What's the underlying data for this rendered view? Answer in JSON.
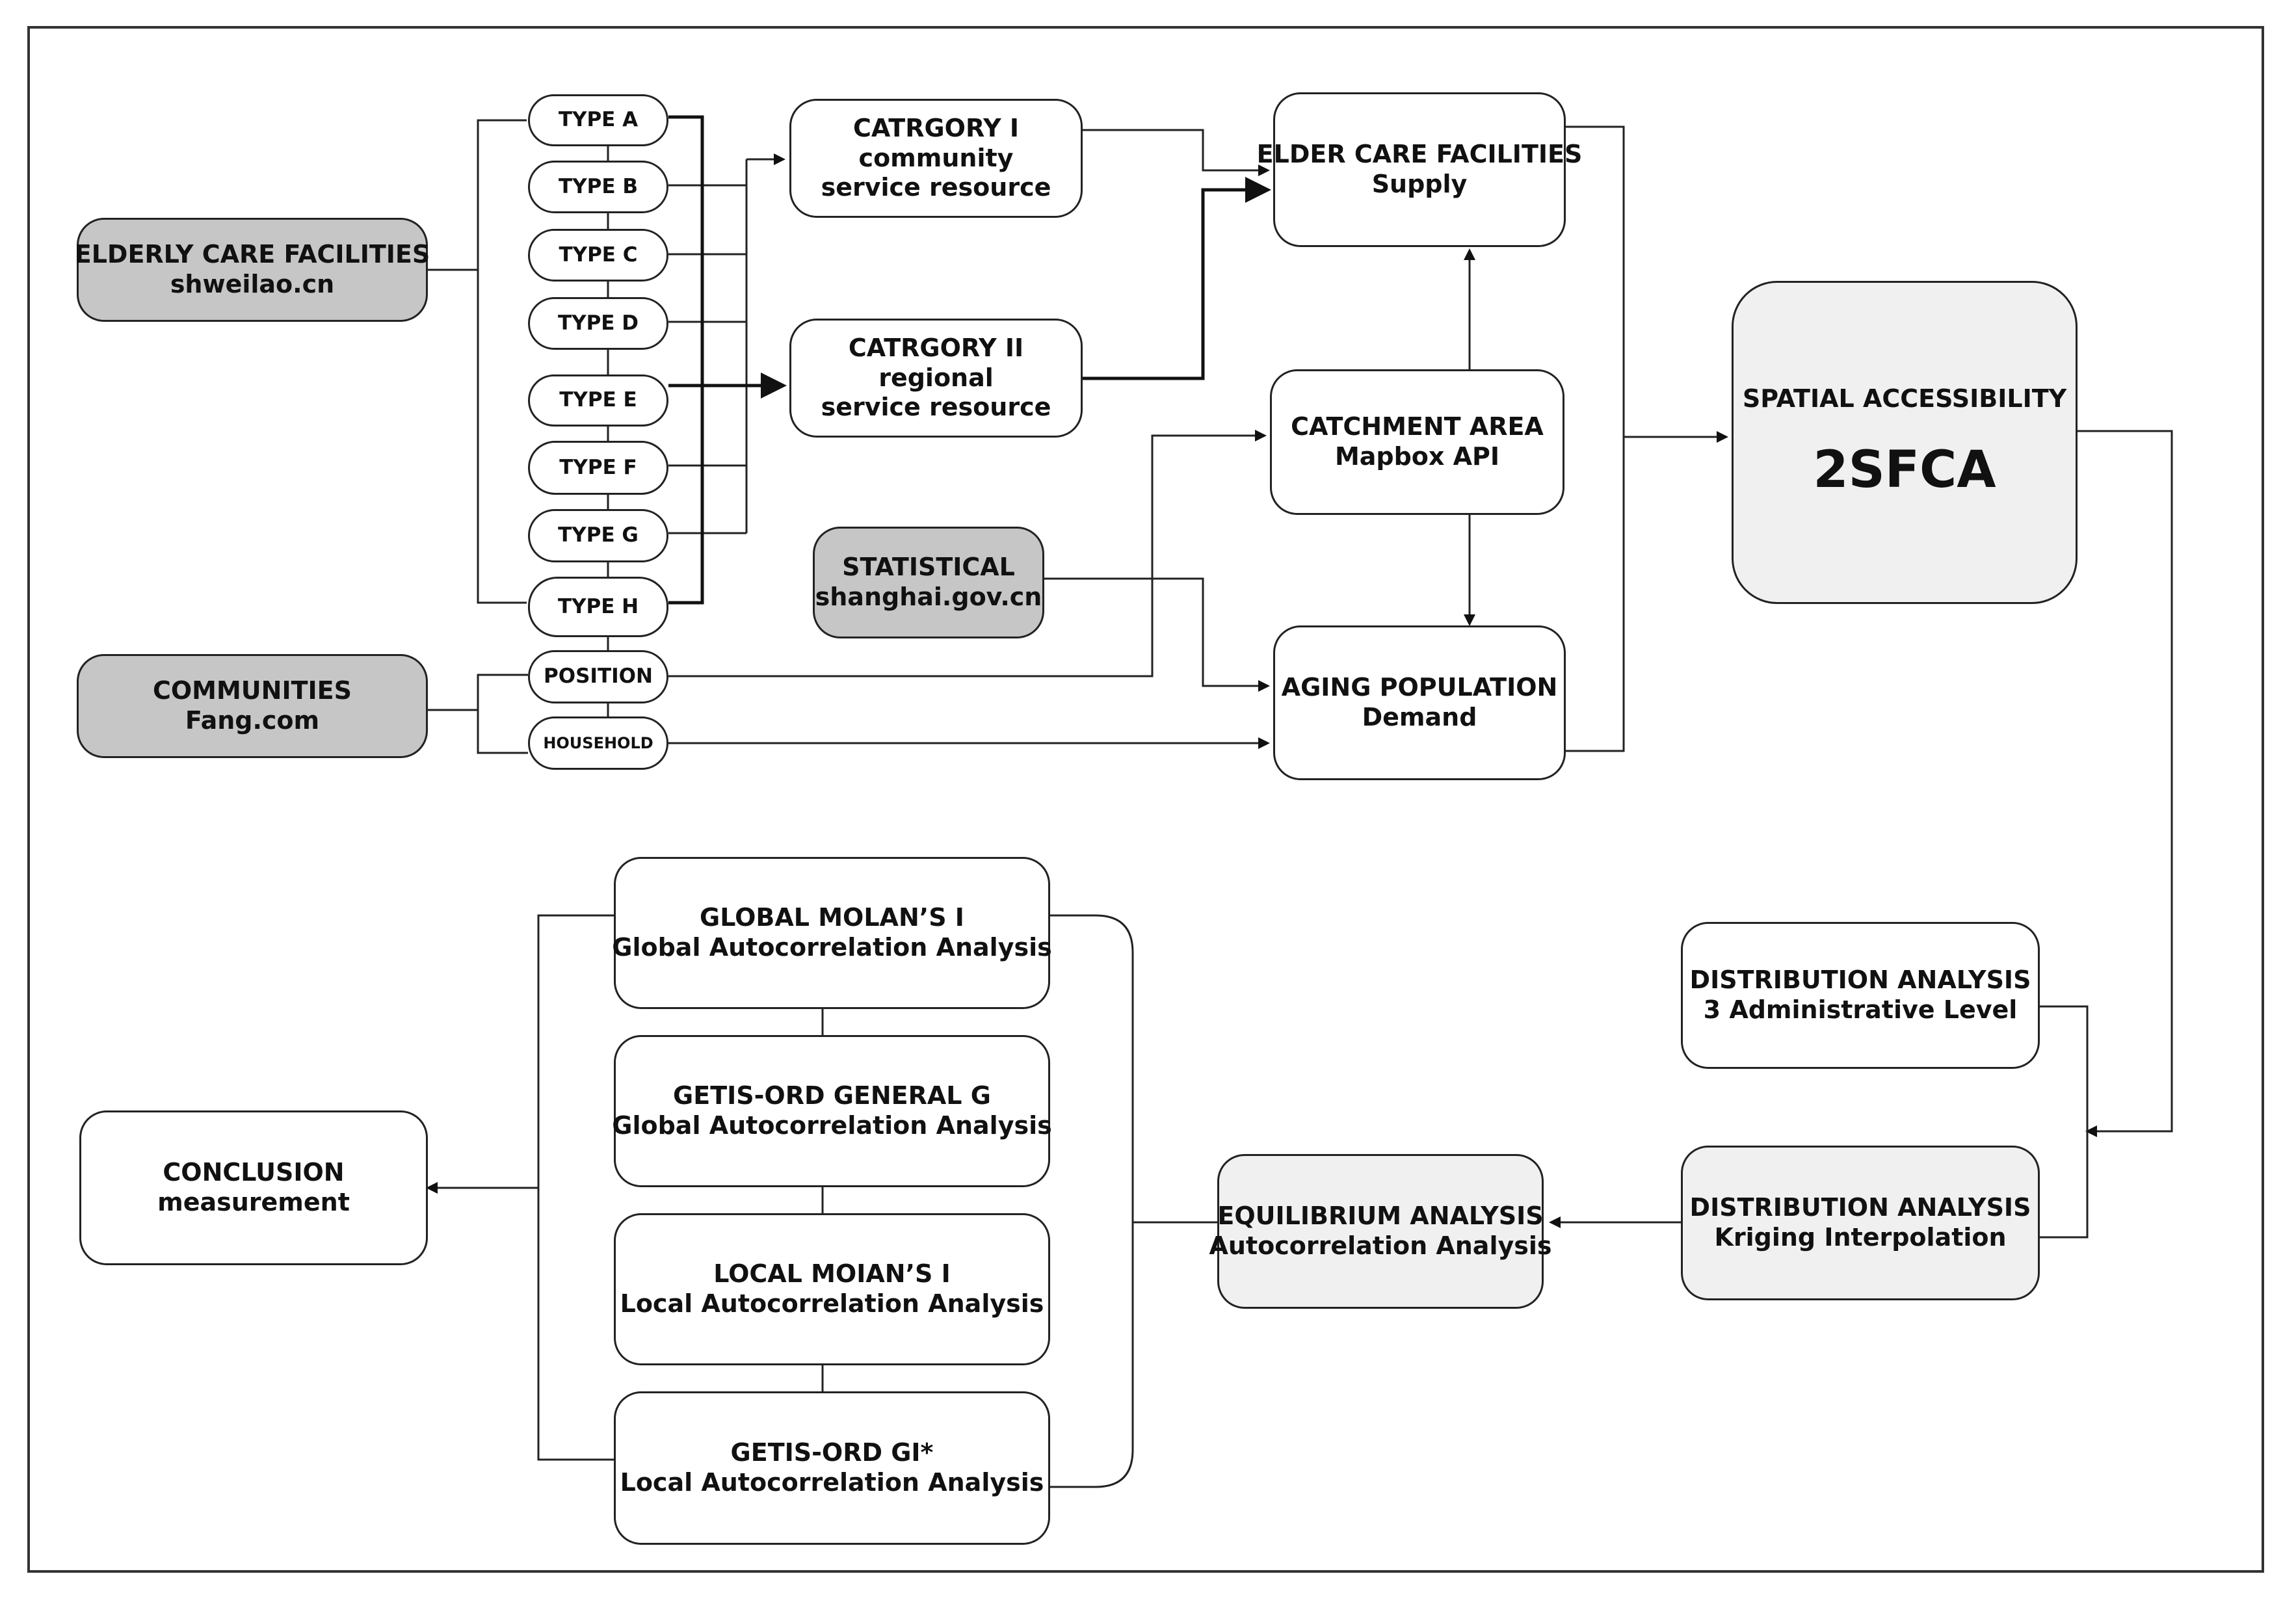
{
  "sources": {
    "elderly": {
      "title": "ELDERLY CARE FACILITIES",
      "sub": "shweilao.cn"
    },
    "communities": {
      "title": "COMMUNITIES",
      "sub": "Fang.com"
    },
    "statistical": {
      "title": "STATISTICAL",
      "sub": "shanghai.gov.cn"
    }
  },
  "types": [
    "TYPE A",
    "TYPE B",
    "TYPE C",
    "TYPE D",
    "TYPE E",
    "TYPE F",
    "TYPE G",
    "TYPE H"
  ],
  "community_attrs": {
    "position": "POSITION",
    "household": "HOUSEHOLD"
  },
  "categories": {
    "cat1": {
      "l1": "CATRGORY I",
      "l2": "community",
      "l3": "service resource"
    },
    "cat2": {
      "l1": "CATRGORY II",
      "l2": "regional",
      "l3": "service resource"
    }
  },
  "supply": {
    "title": "ELDER CARE FACILITIES",
    "sub": "Supply"
  },
  "catchment": {
    "title": "CATCHMENT AREA",
    "sub": "Mapbox API"
  },
  "demand": {
    "title": "AGING POPULATION",
    "sub": "Demand"
  },
  "accessibility": {
    "title": "SPATIAL ACCESSIBILITY",
    "method": "2SFCA"
  },
  "dist_admin": {
    "title": "DISTRIBUTION ANALYSIS",
    "sub": "3 Administrative Level"
  },
  "dist_kriging": {
    "title": "DISTRIBUTION ANALYSIS",
    "sub": "Kriging Interpolation"
  },
  "equilibrium": {
    "title": "EQUILIBRIUM ANALYSIS",
    "sub": "Autocorrelation Analysis"
  },
  "stats": [
    {
      "title": "GLOBAL MOLAN’S I",
      "sub": "Global Autocorrelation Analysis"
    },
    {
      "title": "GETIS-ORD GENERAL G",
      "sub": "Global Autocorrelation Analysis"
    },
    {
      "title": "LOCAL MOIAN’S I",
      "sub": "Local Autocorrelation Analysis"
    },
    {
      "title": "GETIS-ORD GI*",
      "sub": "Local Autocorrelation Analysis"
    }
  ],
  "conclusion": {
    "title": "CONCLUSION",
    "sub": "measurement"
  }
}
